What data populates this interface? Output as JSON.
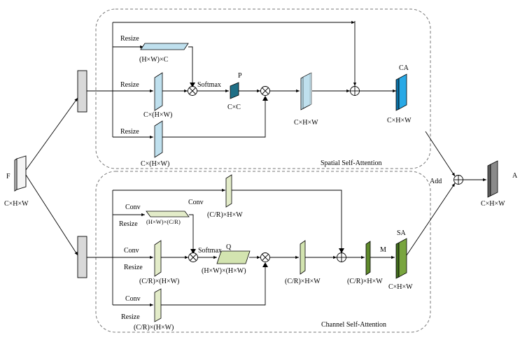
{
  "input": {
    "name": "F",
    "dim": "C×H×W"
  },
  "spatial": {
    "title": "Spatial Self-Attention",
    "resize_labels": [
      "Resize",
      "Resize",
      "Resize"
    ],
    "top_dim": "(H×W)×C",
    "mid_dim": "C×(H×W)",
    "bot_dim": "C×(H×W)",
    "softmax": "Softmax",
    "p_name": "P",
    "p_dim": "C×C",
    "out_dim": "C×H×W",
    "ca_name": "CA",
    "ca_dim": "C×H×W"
  },
  "channel": {
    "title": "Channel Self-Attention",
    "conv_labels": [
      "Conv",
      "Conv",
      "Conv",
      "Conv"
    ],
    "resize_labels": [
      "Resize",
      "Resize",
      "Resize"
    ],
    "top_dim": "(C/R)×H×W",
    "plane_dim": "(H×W)×(C/R)",
    "mid_dim": "(C/R)×(H×W)",
    "bot_dim": "(C/R)×(H×W)",
    "softmax": "Softmax",
    "q_name": "Q",
    "q_dim": "(H×W)×(H×W)",
    "v_dim": "(C/R)×H×W",
    "out_dim": "(C/R)×H×W",
    "m_name": "M",
    "sa_name": "SA",
    "sa_dim": "C×H×W"
  },
  "output": {
    "add": "Add",
    "name": "A",
    "dim": "C×H×W"
  },
  "colors": {
    "light_blue": "#bfe0ee",
    "teal": "#1f6f86",
    "cyan": "#29a9e6",
    "light_green": "#e3ecc9",
    "dark_green": "#5f8a2c",
    "gray": "#d9d9d9",
    "dark_gray": "#8a8a8a"
  }
}
